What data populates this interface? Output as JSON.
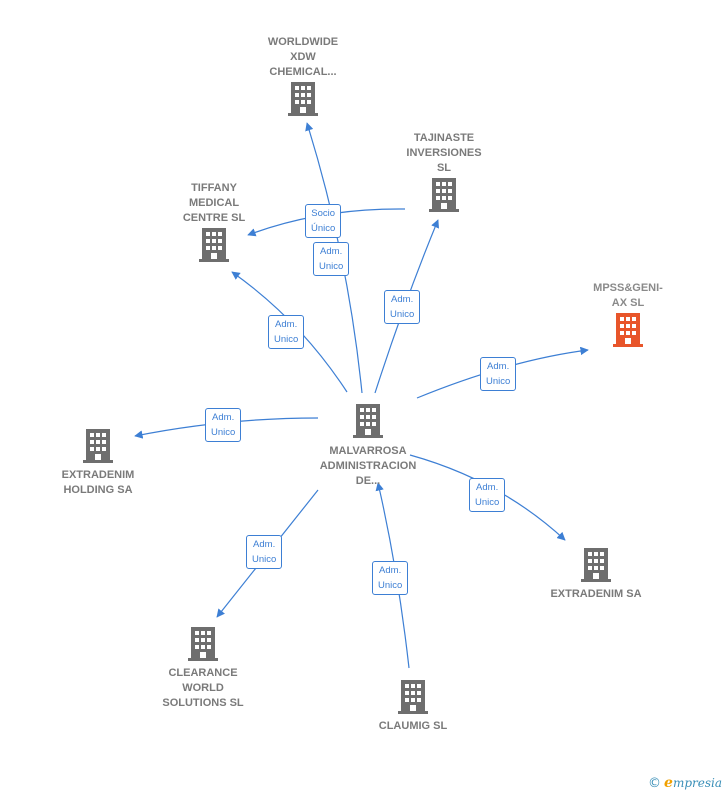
{
  "colors": {
    "node_icon": "#6e6e6e",
    "highlight_icon": "#e8552a",
    "edge": "#3d7fd4",
    "label_text": "#7a7a7a"
  },
  "nodes": [
    {
      "id": "worldwide",
      "label": "WORLDWIDE\nXDW\nCHEMICAL...",
      "highlight": false
    },
    {
      "id": "tajinaste",
      "label": "TAJINASTE\nINVERSIONES\nSL",
      "highlight": false
    },
    {
      "id": "tiffany",
      "label": "TIFFANY\nMEDICAL\nCENTRE  SL",
      "highlight": false
    },
    {
      "id": "mpss",
      "label": "MPSS&GENI-\nAX  SL",
      "highlight": true
    },
    {
      "id": "malvarrosa",
      "label": "MALVARROSA\nADMINISTRACION\nDE...",
      "highlight": false
    },
    {
      "id": "extradenim_holding",
      "label": "EXTRADENIM\nHOLDING SA",
      "highlight": false
    },
    {
      "id": "extradenim_sa",
      "label": "EXTRADENIM SA",
      "highlight": false
    },
    {
      "id": "clearance",
      "label": "CLEARANCE\nWORLD\nSOLUTIONS  SL",
      "highlight": false
    },
    {
      "id": "claumig",
      "label": "CLAUMIG  SL",
      "highlight": false
    }
  ],
  "edges": [
    {
      "id": "tajinaste-tiffany",
      "label": "Socio\nÚnico"
    },
    {
      "id": "malvarrosa-worldwide",
      "label": "Adm.\nUnico"
    },
    {
      "id": "malvarrosa-tiffany",
      "label": "Adm.\nUnico"
    },
    {
      "id": "malvarrosa-tajinaste",
      "label": "Adm.\nUnico"
    },
    {
      "id": "malvarrosa-mpss",
      "label": "Adm.\nUnico"
    },
    {
      "id": "malvarrosa-extradenim_holding",
      "label": "Adm.\nUnico"
    },
    {
      "id": "malvarrosa-extradenim_sa",
      "label": "Adm.\nUnico"
    },
    {
      "id": "malvarrosa-clearance",
      "label": "Adm.\nUnico"
    },
    {
      "id": "claumig-malvarrosa",
      "label": "Adm.\nUnico"
    }
  ],
  "watermark": {
    "symbol": "©",
    "brand_initial": "e",
    "brand_rest": "mpresia"
  }
}
